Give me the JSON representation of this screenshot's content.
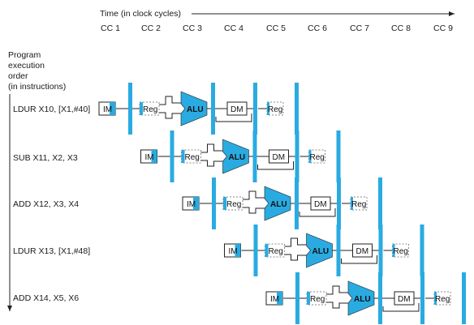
{
  "time_axis": {
    "label": "Time (in clock cycles)",
    "cycles": [
      "CC 1",
      "CC 2",
      "CC 3",
      "CC 4",
      "CC 5",
      "CC 6",
      "CC 7",
      "CC 8",
      "CC 9"
    ]
  },
  "order_axis": {
    "label_lines": [
      "Program",
      "execution",
      "order",
      "(in instructions)"
    ]
  },
  "instructions": [
    {
      "text": "LDUR X10, [X1,#40]"
    },
    {
      "text": "SUB X11, X2, X3"
    },
    {
      "text": "ADD X12, X3, X4"
    },
    {
      "text": "LDUR X13, [X1,#48]"
    },
    {
      "text": "ADD X14, X5, X6"
    }
  ],
  "stage_labels": {
    "im": "IM",
    "reg": "Reg",
    "alu": "ALU",
    "dm": "DM"
  },
  "colors": {
    "pipeline_blue": "#29abe2",
    "line": "#222222",
    "dash": "#888888"
  }
}
